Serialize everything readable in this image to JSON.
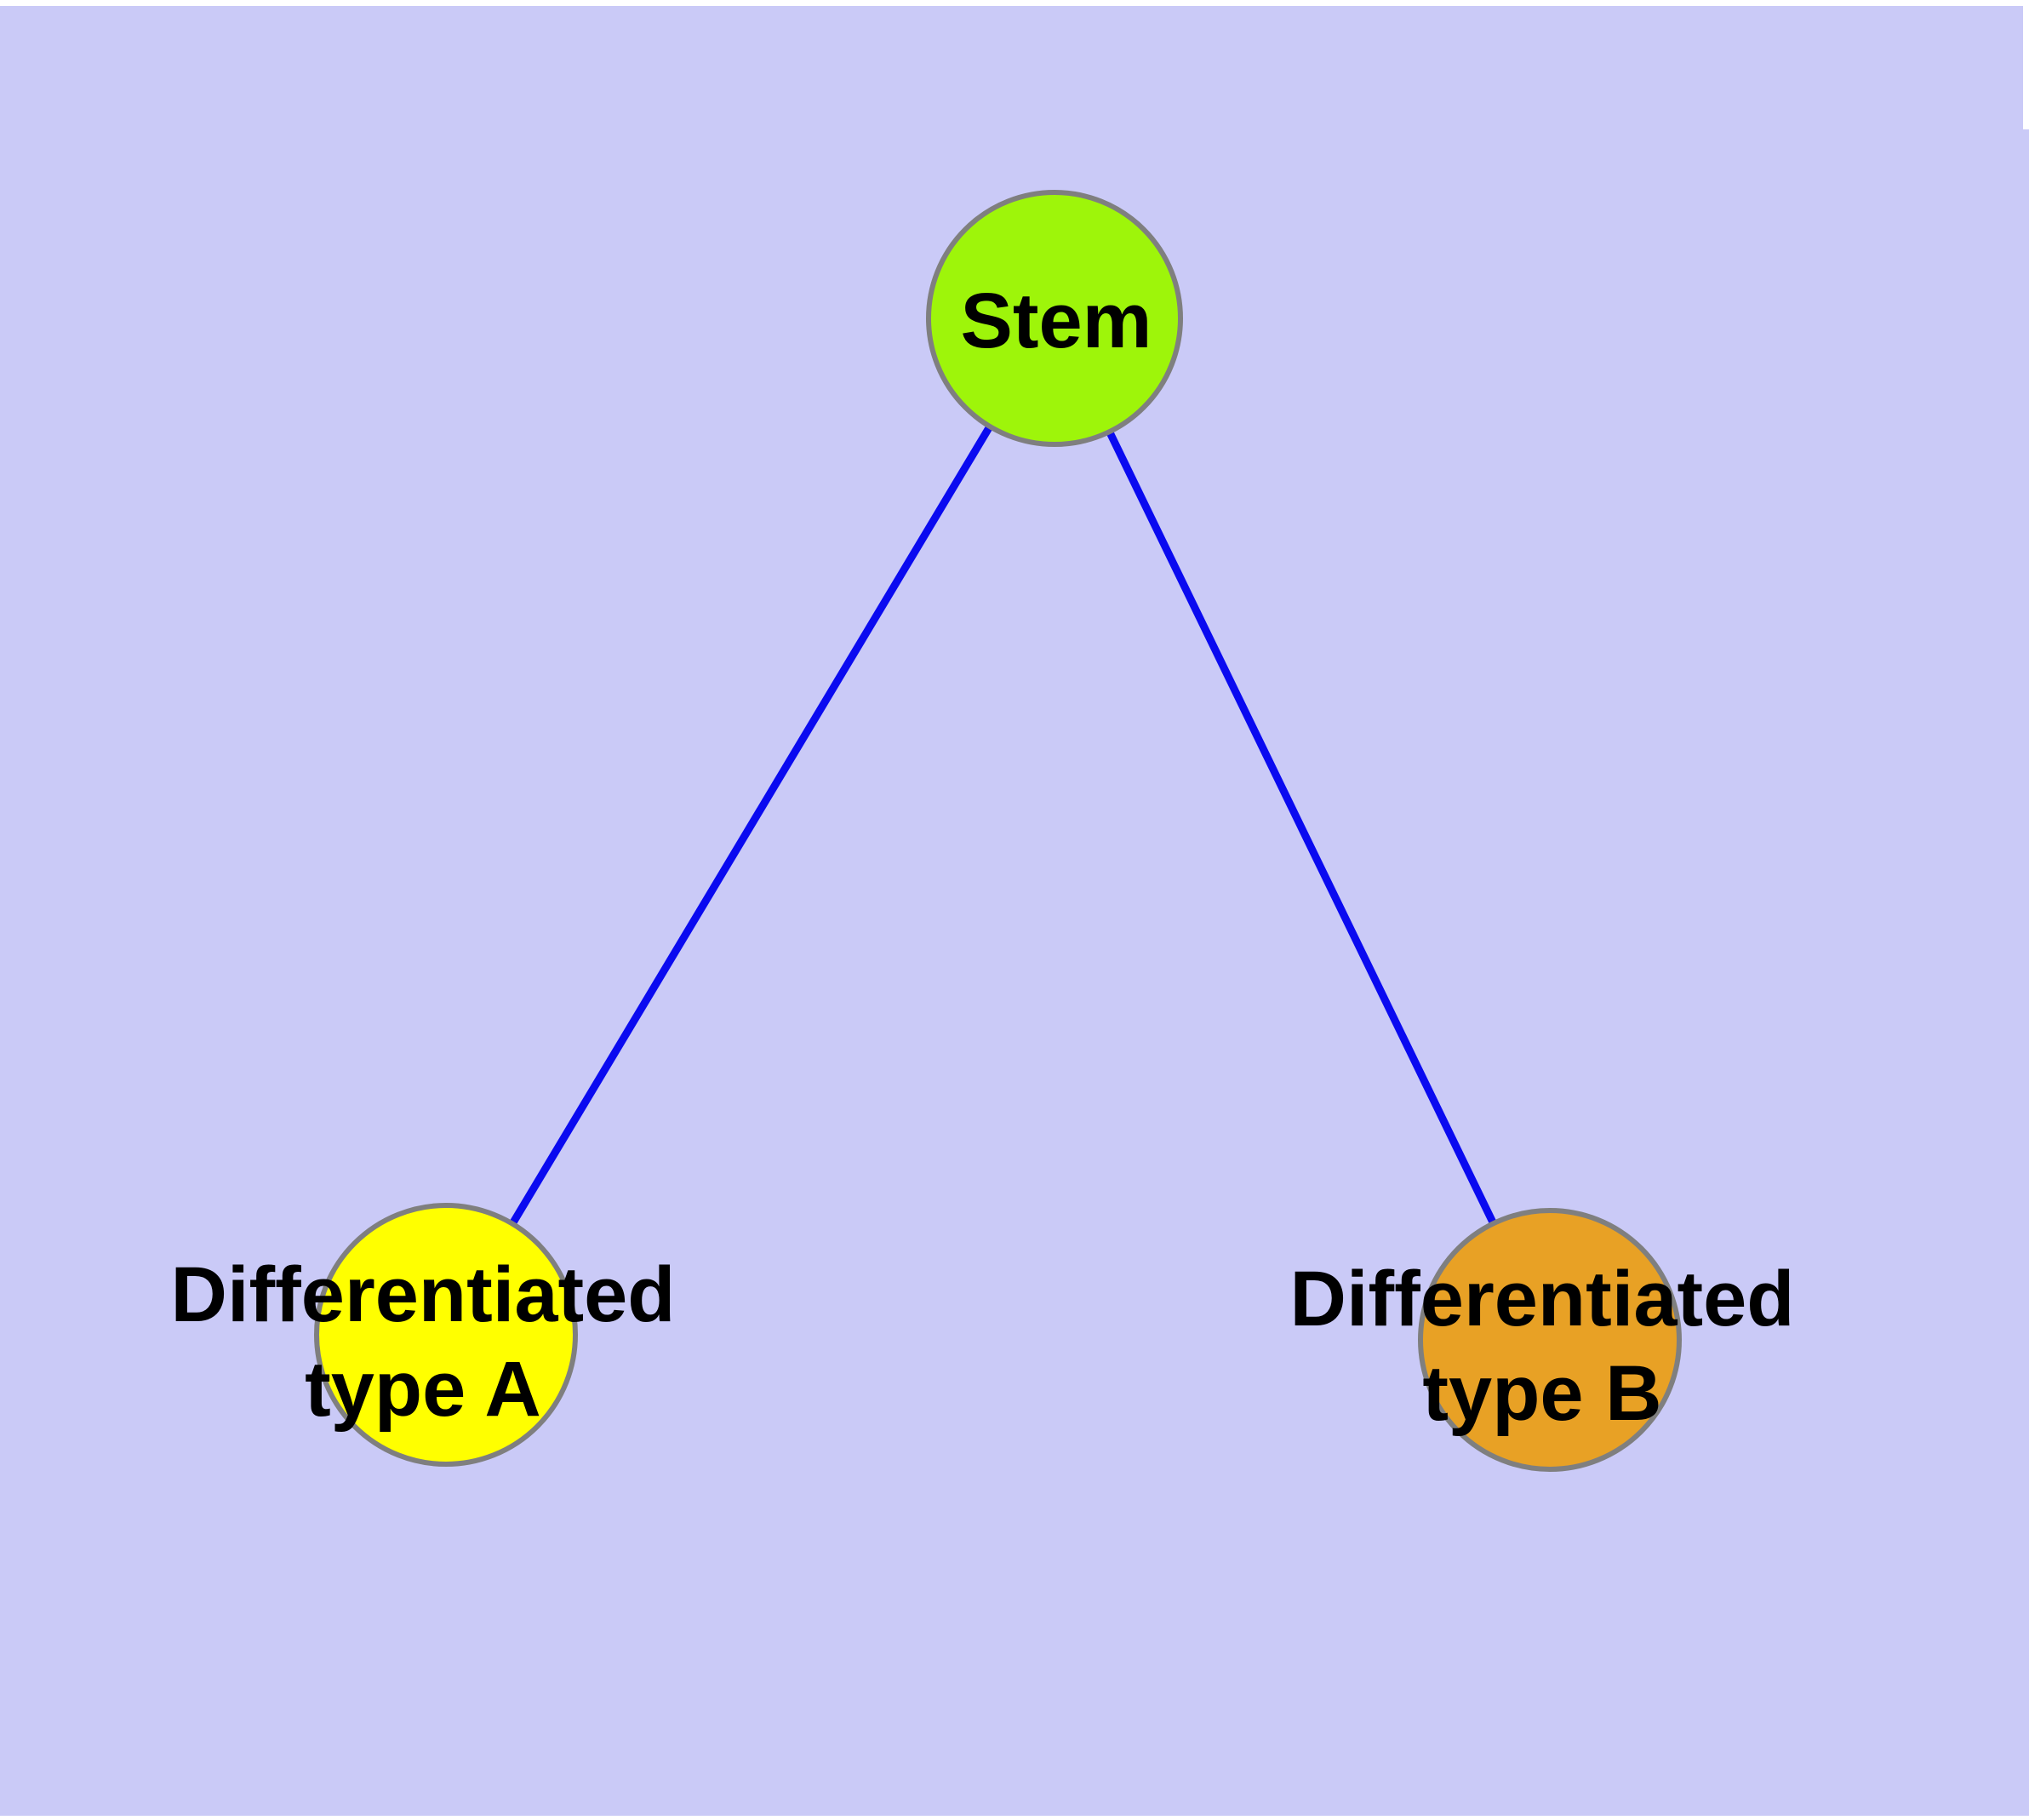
{
  "diagram": {
    "background_color": "#CACAF7",
    "page_margin_color": "#FFFFFF",
    "edge_color": "#0A0AF0",
    "node_outline_color": "#7F7F7F",
    "label_color": "#000000",
    "nodes": {
      "stem": {
        "label": "Stem",
        "fill": "#9EF50A"
      },
      "type_a": {
        "label_line1": "Differentiated",
        "label_line2": "type A",
        "fill": "#FFFF00"
      },
      "type_b": {
        "label_line1": "Differentiated",
        "label_line2": "type B",
        "fill": "#E8A125"
      }
    },
    "edges": [
      {
        "from": "Stem",
        "to": "Differentiated type A"
      },
      {
        "from": "Stem",
        "to": "Differentiated type B"
      }
    ]
  }
}
